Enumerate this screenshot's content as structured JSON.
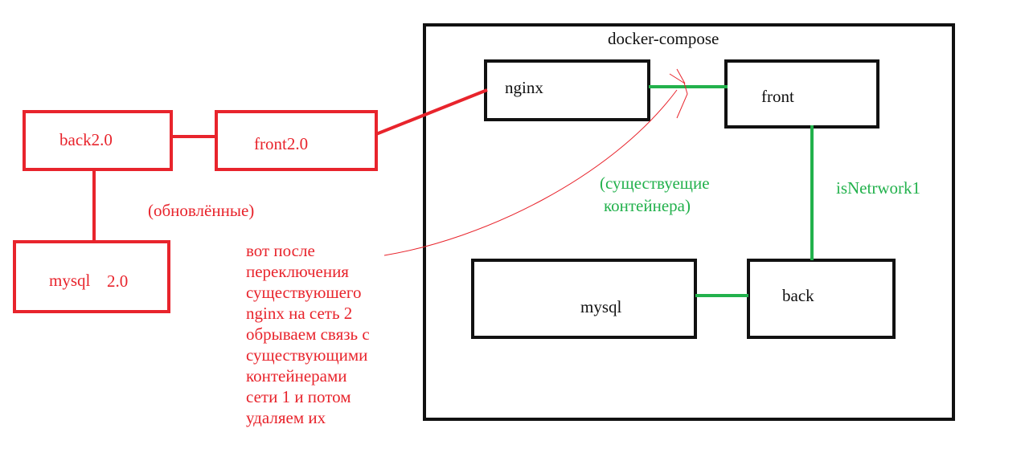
{
  "compose": {
    "title": "docker-compose"
  },
  "existing": {
    "nginx": "nginx",
    "front": "front",
    "back": "back",
    "mysql": "mysql",
    "network_label": "isNetrwork1",
    "group_label_1": "(существуещие",
    "group_label_2": "контейнера)"
  },
  "updated": {
    "back": "back2.0",
    "front": "front2.0",
    "mysql_name": "mysql",
    "mysql_version": "2.0",
    "group_label": "(обновлённые)"
  },
  "note": {
    "lines": [
      "вот после",
      "переключения",
      "существуюшего",
      "nginx на сеть 2",
      "обрываем связь с",
      "существующими",
      "контейнерами",
      "сети 1 и потом",
      "удаляем их"
    ]
  },
  "colors": {
    "existing": "#111111",
    "updated": "#e8242c",
    "network": "#22b14c"
  }
}
